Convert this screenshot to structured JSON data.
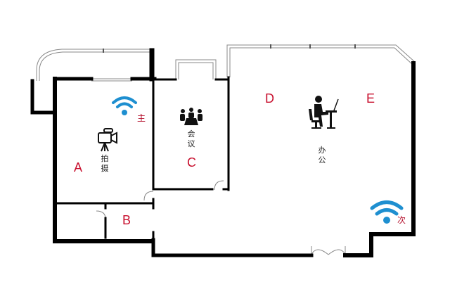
{
  "floorplan": {
    "colors": {
      "wall": "#000000",
      "window": "#888888",
      "label": "#c8102e",
      "wifi": "#1e8fd0",
      "text": "#222222"
    },
    "rooms": [
      {
        "id": "A",
        "label": "A",
        "name": "拍摄",
        "icon": "video-camera-icon"
      },
      {
        "id": "B",
        "label": "B"
      },
      {
        "id": "C",
        "label": "C",
        "name": "会议",
        "icon": "meeting-icon"
      },
      {
        "id": "D",
        "label": "D"
      },
      {
        "id": "E",
        "label": "E",
        "name": "办公",
        "icon": "office-desk-icon"
      }
    ],
    "access_points": [
      {
        "tag": "主",
        "icon": "wifi-icon"
      },
      {
        "tag": "次",
        "icon": "wifi-icon"
      }
    ]
  }
}
